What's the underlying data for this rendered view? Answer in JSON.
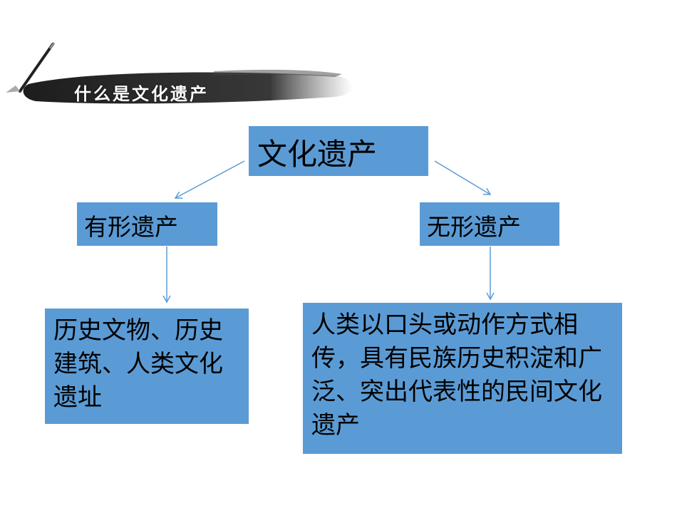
{
  "header": {
    "title": "什么是文化遗产"
  },
  "diagram": {
    "root": "文化遗产",
    "tangible": {
      "label": "有形遗产",
      "description": "历史文物、历史建筑、人类文化遗址"
    },
    "intangible": {
      "label": "无形遗产",
      "description": "人类以口头或动作方式相传，具有民族历史积淀和广泛、突出代表性的民间文化遗产"
    }
  },
  "colors": {
    "box_fill": "#5b9bd5",
    "arrow": "#5b9bd5",
    "banner": "#1a1a1a"
  }
}
